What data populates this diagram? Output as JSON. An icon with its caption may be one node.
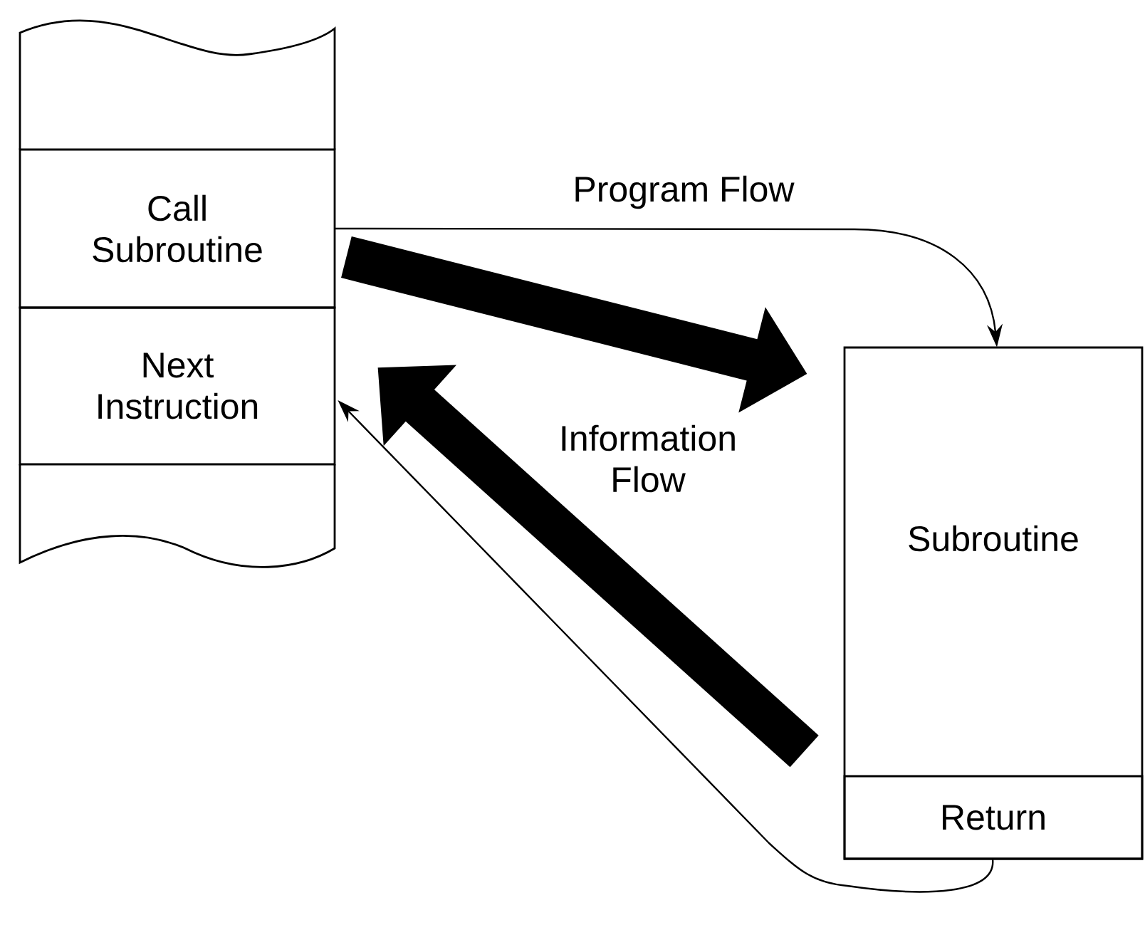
{
  "diagram": {
    "nodes": [
      {
        "text": [],
        "shape": "box"
      },
      {
        "text": [
          "Call Subroutine"
        ]
      },
      {
        "text": [
          "Next Instruction"
        ]
      },
      {
        "text": [],
        "shape": "box"
      },
      {
        "text": [
          "Subroutine"
        ]
      },
      {
        "text": [
          "Return"
        ],
        "in": 4
      }
    ],
    "edges": [
      {
        "from": 1,
        "to": 4,
        "arrow": "to",
        "label": "Program Flow"
      },
      {
        "from": 1,
        "to": 4,
        "arrow": "to",
        "style": "thick"
      },
      {
        "from": 4,
        "to": 2,
        "arrow": "to",
        "style": "thick"
      },
      {
        "from": 5,
        "to": 2,
        "arrow": "to"
      }
    ],
    "labels": [
      "Information Flow"
    ]
  }
}
